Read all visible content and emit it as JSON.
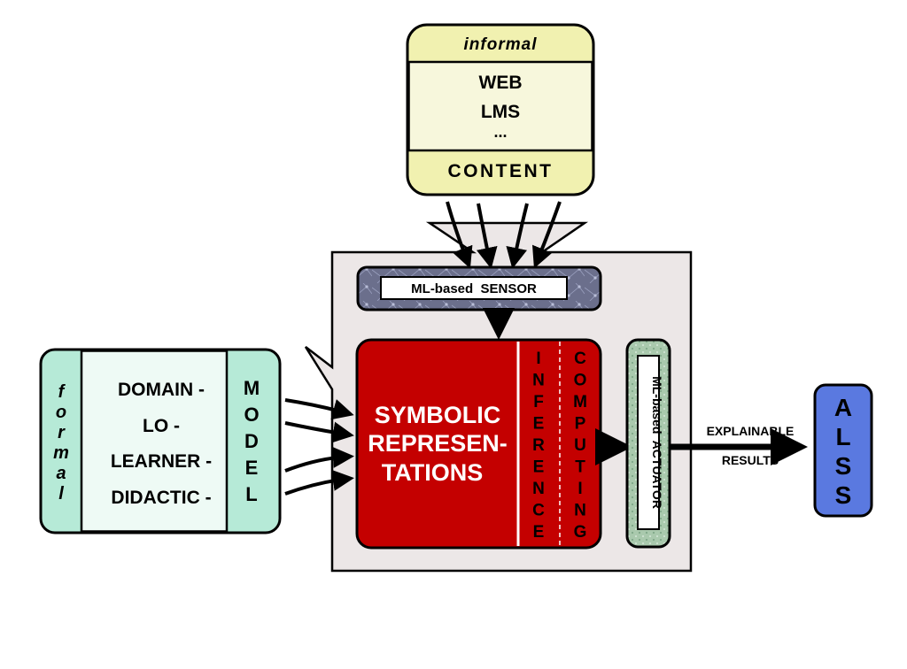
{
  "content_box": {
    "header": "informal",
    "items": [
      "WEB",
      "LMS",
      "..."
    ],
    "footer": "CONTENT"
  },
  "model_box": {
    "side_label_letters": [
      "f",
      "o",
      "r",
      "m",
      "a",
      "l"
    ],
    "items": [
      "DOMAIN -",
      "LO -",
      "LEARNER -",
      "DIDACTIC -"
    ],
    "model_letters": [
      "M",
      "O",
      "D",
      "E",
      "L"
    ]
  },
  "sensor": {
    "label": "ML-based  SENSOR"
  },
  "core": {
    "title_lines": [
      "SYMBOLIC",
      "REPRESEN-",
      "TATIONS"
    ],
    "inference_letters": [
      "I",
      "N",
      "F",
      "E",
      "R",
      "E",
      "N",
      "C",
      "E"
    ],
    "computing_letters": [
      "C",
      "O",
      "M",
      "P",
      "U",
      "T",
      "I",
      "N",
      "G"
    ]
  },
  "actuator": {
    "label": "ML-based  ACTUATOR"
  },
  "output": {
    "label_lines": [
      "EXPLAINABLE",
      "RESULTS"
    ]
  },
  "alss": {
    "letters": [
      "A",
      "L",
      "S",
      "S"
    ]
  },
  "colors": {
    "content_fill": "#f1f1b0",
    "content_inner": "#f7f7dc",
    "model_fill": "#b6ead7",
    "model_inner": "#eefaf5",
    "container_fill": "#ece7e7",
    "sensor_fill": "#6b6f8c",
    "core_red": "#c40000",
    "actuator_fill": "#a9c9ad",
    "alss_blue": "#5a79e0"
  }
}
